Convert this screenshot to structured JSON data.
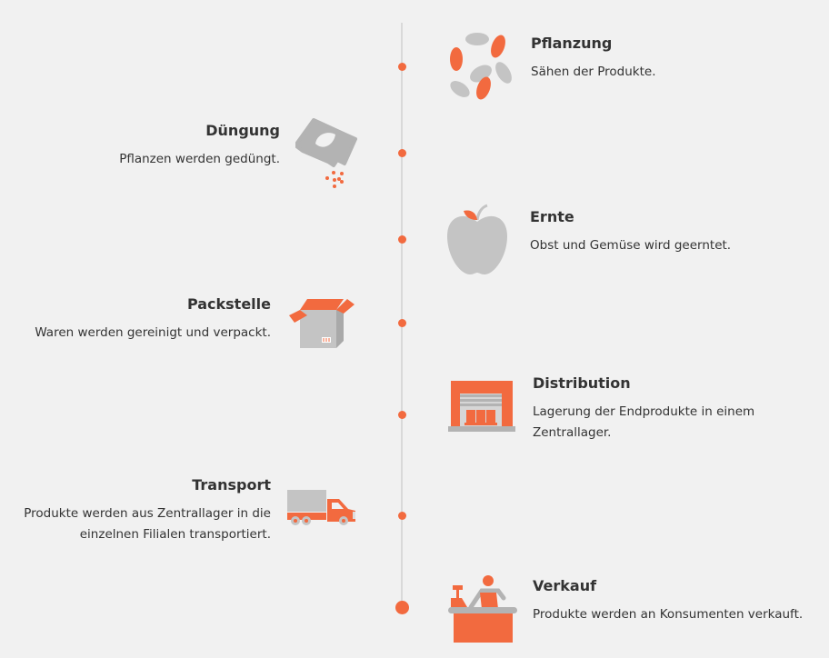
{
  "accent": "#f26a3f",
  "steps": [
    {
      "title": "Pflanzung",
      "desc": "Sähen der Produkte.",
      "icon": "seeds-icon"
    },
    {
      "title": "Düngung",
      "desc": "Pflanzen werden gedüngt.",
      "icon": "fertilizer-bag-icon"
    },
    {
      "title": "Ernte",
      "desc": "Obst und Gemüse wird geerntet.",
      "icon": "apple-icon"
    },
    {
      "title": "Packstelle",
      "desc": "Waren werden gereinigt und verpackt.",
      "icon": "box-icon"
    },
    {
      "title": "Distribution",
      "desc": "Lagerung der Endprodukte in einem Zentrallager.",
      "icon": "warehouse-icon"
    },
    {
      "title": "Transport",
      "desc": "Produkte werden aus Zentrallager in die einzelnen Filialen transportiert.",
      "icon": "truck-icon"
    },
    {
      "title": "Verkauf",
      "desc": "Produkte werden an Konsumenten verkauft.",
      "icon": "shop-counter-icon"
    }
  ]
}
